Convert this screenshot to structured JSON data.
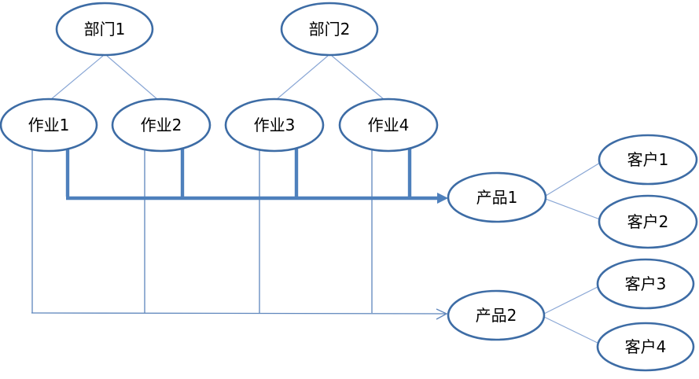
{
  "diagram": {
    "title": "department-activity-product-customer flow diagram",
    "nodes": {
      "dept1": {
        "label": "部门1",
        "type": "department"
      },
      "dept2": {
        "label": "部门2",
        "type": "department"
      },
      "act1": {
        "label": "作业1",
        "type": "activity"
      },
      "act2": {
        "label": "作业2",
        "type": "activity"
      },
      "act3": {
        "label": "作业3",
        "type": "activity"
      },
      "act4": {
        "label": "作业4",
        "type": "activity"
      },
      "prod1": {
        "label": "产品1",
        "type": "product"
      },
      "prod2": {
        "label": "产品2",
        "type": "product"
      },
      "cust1": {
        "label": "客户1",
        "type": "customer"
      },
      "cust2": {
        "label": "客户2",
        "type": "customer"
      },
      "cust3": {
        "label": "客户3",
        "type": "customer"
      },
      "cust4": {
        "label": "客户4",
        "type": "customer"
      }
    },
    "edges": [
      {
        "from": "dept1",
        "to": "act1",
        "style": "light-line"
      },
      {
        "from": "dept1",
        "to": "act2",
        "style": "light-line"
      },
      {
        "from": "dept2",
        "to": "act3",
        "style": "light-line"
      },
      {
        "from": "dept2",
        "to": "act4",
        "style": "light-line"
      },
      {
        "from": "act1",
        "to": "prod1",
        "style": "thick-arrow"
      },
      {
        "from": "act2",
        "to": "prod1",
        "style": "thick-arrow"
      },
      {
        "from": "act3",
        "to": "prod1",
        "style": "thick-arrow"
      },
      {
        "from": "act4",
        "to": "prod1",
        "style": "thick-arrow"
      },
      {
        "from": "act1",
        "to": "prod2",
        "style": "thin-arrow"
      },
      {
        "from": "act2",
        "to": "prod2",
        "style": "thin-arrow"
      },
      {
        "from": "act3",
        "to": "prod2",
        "style": "thin-arrow"
      },
      {
        "from": "act4",
        "to": "prod2",
        "style": "thin-arrow"
      },
      {
        "from": "prod1",
        "to": "cust1",
        "style": "light-line"
      },
      {
        "from": "prod1",
        "to": "cust2",
        "style": "light-line"
      },
      {
        "from": "prod2",
        "to": "cust3",
        "style": "light-line"
      },
      {
        "from": "prod2",
        "to": "cust4",
        "style": "light-line"
      }
    ],
    "colors": {
      "background": "#FFFFFF",
      "ellipse_stroke": "#3D6CA5",
      "thick_connector": "#4E80BC",
      "thin_connector": "#5E86BC",
      "light_connector": "#8AA7D5",
      "text": "#000000"
    }
  }
}
